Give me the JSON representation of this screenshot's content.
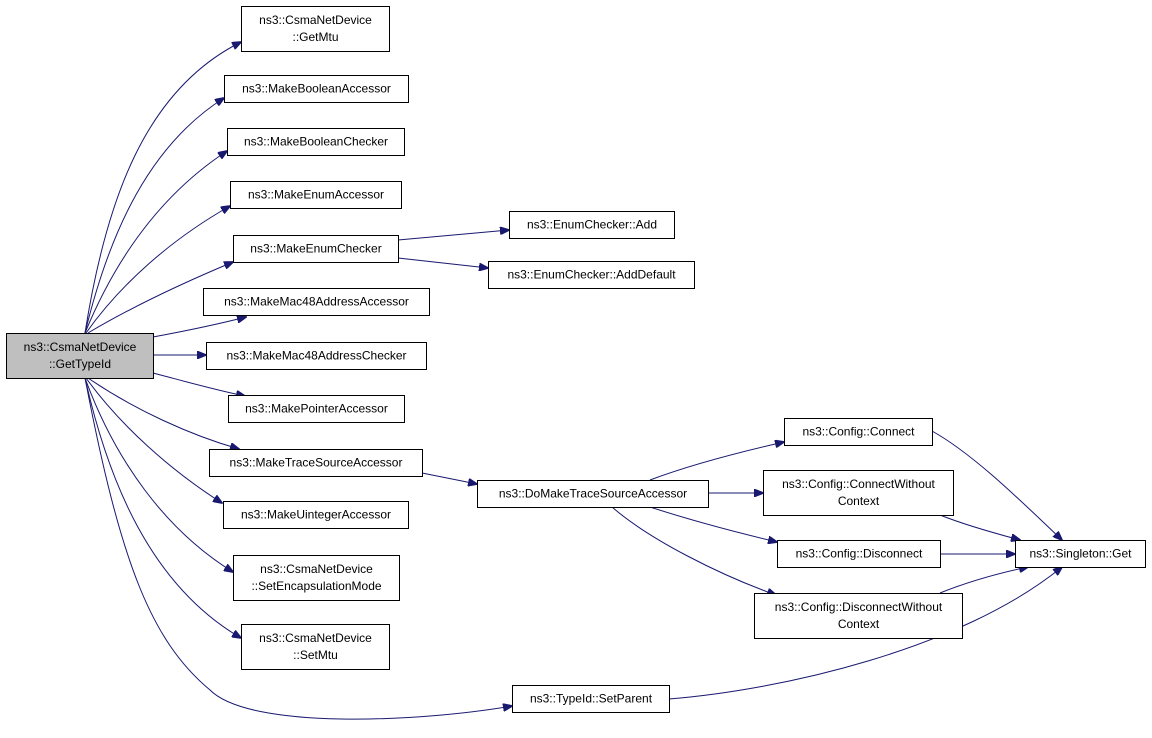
{
  "diagram": {
    "type": "call-graph",
    "colors": {
      "edge": "#191970",
      "node_border": "#000000",
      "root_fill": "#bfbfbf",
      "node_fill": "#ffffff"
    },
    "nodes": [
      {
        "id": "root",
        "lines": [
          "ns3::CsmaNetDevice",
          "::GetTypeId"
        ],
        "root": true
      },
      {
        "id": "getmtu",
        "lines": [
          "ns3::CsmaNetDevice",
          "::GetMtu"
        ]
      },
      {
        "id": "mkboolacc",
        "lines": [
          "ns3::MakeBooleanAccessor"
        ]
      },
      {
        "id": "mkboolchk",
        "lines": [
          "ns3::MakeBooleanChecker"
        ]
      },
      {
        "id": "mkenumacc",
        "lines": [
          "ns3::MakeEnumAccessor"
        ]
      },
      {
        "id": "mkenumchk",
        "lines": [
          "ns3::MakeEnumChecker"
        ]
      },
      {
        "id": "enumadd",
        "lines": [
          "ns3::EnumChecker::Add"
        ]
      },
      {
        "id": "enumadddef",
        "lines": [
          "ns3::EnumChecker::AddDefault"
        ]
      },
      {
        "id": "mkmacacc",
        "lines": [
          "ns3::MakeMac48AddressAccessor"
        ]
      },
      {
        "id": "mkmacchk",
        "lines": [
          "ns3::MakeMac48AddressChecker"
        ]
      },
      {
        "id": "mkptracc",
        "lines": [
          "ns3::MakePointerAccessor"
        ]
      },
      {
        "id": "mktraceacc",
        "lines": [
          "ns3::MakeTraceSourceAccessor"
        ]
      },
      {
        "id": "domaketrace",
        "lines": [
          "ns3::DoMakeTraceSourceAccessor"
        ]
      },
      {
        "id": "mkuintacc",
        "lines": [
          "ns3::MakeUintegerAccessor"
        ]
      },
      {
        "id": "setencap",
        "lines": [
          "ns3::CsmaNetDevice",
          "::SetEncapsulationMode"
        ]
      },
      {
        "id": "setmtu",
        "lines": [
          "ns3::CsmaNetDevice",
          "::SetMtu"
        ]
      },
      {
        "id": "setparent",
        "lines": [
          "ns3::TypeId::SetParent"
        ]
      },
      {
        "id": "cfgconnect",
        "lines": [
          "ns3::Config::Connect"
        ]
      },
      {
        "id": "cfgconnectwo",
        "lines": [
          "ns3::Config::ConnectWithout",
          "Context"
        ]
      },
      {
        "id": "cfgdisconnect",
        "lines": [
          "ns3::Config::Disconnect"
        ]
      },
      {
        "id": "cfgdisconnectwo",
        "lines": [
          "ns3::Config::DisconnectWithout",
          "Context"
        ]
      },
      {
        "id": "singletonget",
        "lines": [
          "ns3::Singleton::Get"
        ]
      }
    ],
    "edges": [
      {
        "from": "root",
        "to": "getmtu"
      },
      {
        "from": "root",
        "to": "mkboolacc"
      },
      {
        "from": "root",
        "to": "mkboolchk"
      },
      {
        "from": "root",
        "to": "mkenumacc"
      },
      {
        "from": "root",
        "to": "mkenumchk"
      },
      {
        "from": "root",
        "to": "mkmacacc"
      },
      {
        "from": "root",
        "to": "mkmacchk"
      },
      {
        "from": "root",
        "to": "mkptracc"
      },
      {
        "from": "root",
        "to": "mktraceacc"
      },
      {
        "from": "root",
        "to": "mkuintacc"
      },
      {
        "from": "root",
        "to": "setencap"
      },
      {
        "from": "root",
        "to": "setmtu"
      },
      {
        "from": "root",
        "to": "setparent"
      },
      {
        "from": "mkenumchk",
        "to": "enumadd"
      },
      {
        "from": "mkenumchk",
        "to": "enumadddef"
      },
      {
        "from": "mktraceacc",
        "to": "domaketrace"
      },
      {
        "from": "domaketrace",
        "to": "cfgconnect"
      },
      {
        "from": "domaketrace",
        "to": "cfgconnectwo"
      },
      {
        "from": "domaketrace",
        "to": "cfgdisconnect"
      },
      {
        "from": "domaketrace",
        "to": "cfgdisconnectwo"
      },
      {
        "from": "cfgconnect",
        "to": "singletonget"
      },
      {
        "from": "cfgconnectwo",
        "to": "singletonget"
      },
      {
        "from": "cfgdisconnect",
        "to": "singletonget"
      },
      {
        "from": "cfgdisconnectwo",
        "to": "singletonget"
      },
      {
        "from": "setparent",
        "to": "singletonget"
      }
    ]
  }
}
